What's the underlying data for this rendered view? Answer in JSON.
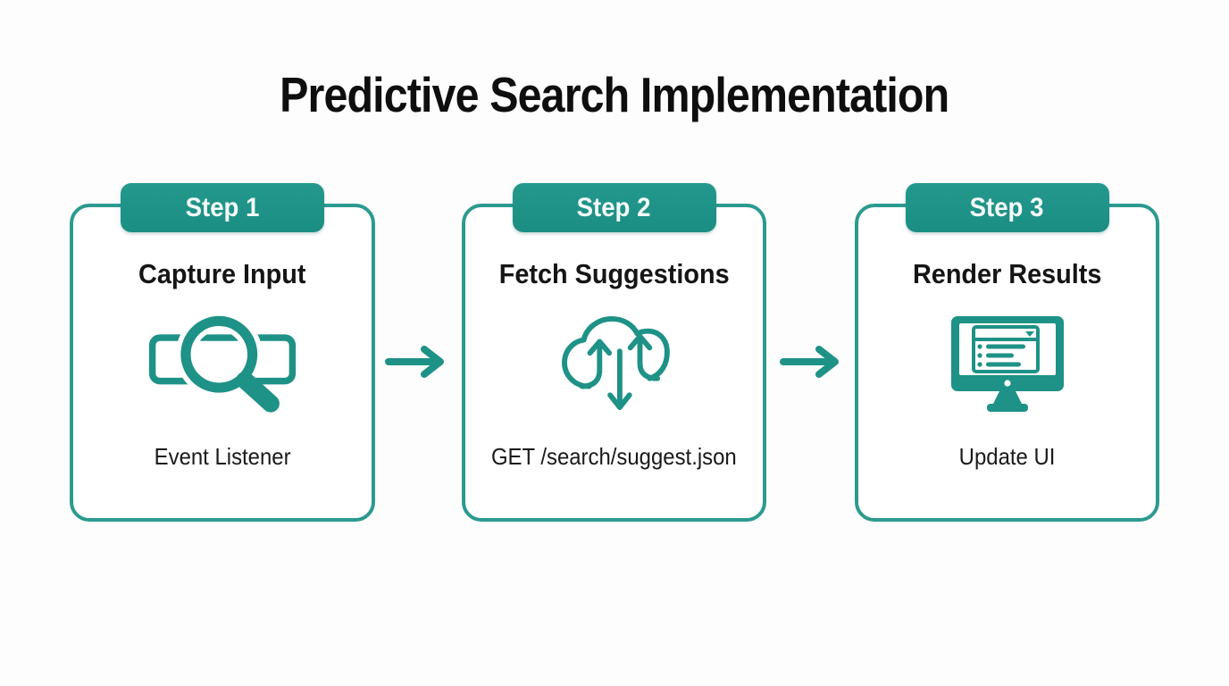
{
  "title": "Predictive Search Implementation",
  "colors": {
    "accent": "#1E9286",
    "card_border": "#2B9A8F",
    "badge_text": "#F4FAF9",
    "text": "#111111",
    "background": "#FDFDFD"
  },
  "steps": [
    {
      "badge": "Step 1",
      "heading": "Capture Input",
      "icon": "search-bar-magnifier-icon",
      "caption": "Event Listener"
    },
    {
      "badge": "Step 2",
      "heading": "Fetch Suggestions",
      "icon": "cloud-sync-icon",
      "caption": "GET /search/suggest.json"
    },
    {
      "badge": "Step 3",
      "heading": "Render Results",
      "icon": "monitor-results-icon",
      "caption": "Update UI"
    }
  ],
  "connectors": [
    {
      "icon": "right-arrow-icon"
    },
    {
      "icon": "right-arrow-icon"
    }
  ]
}
